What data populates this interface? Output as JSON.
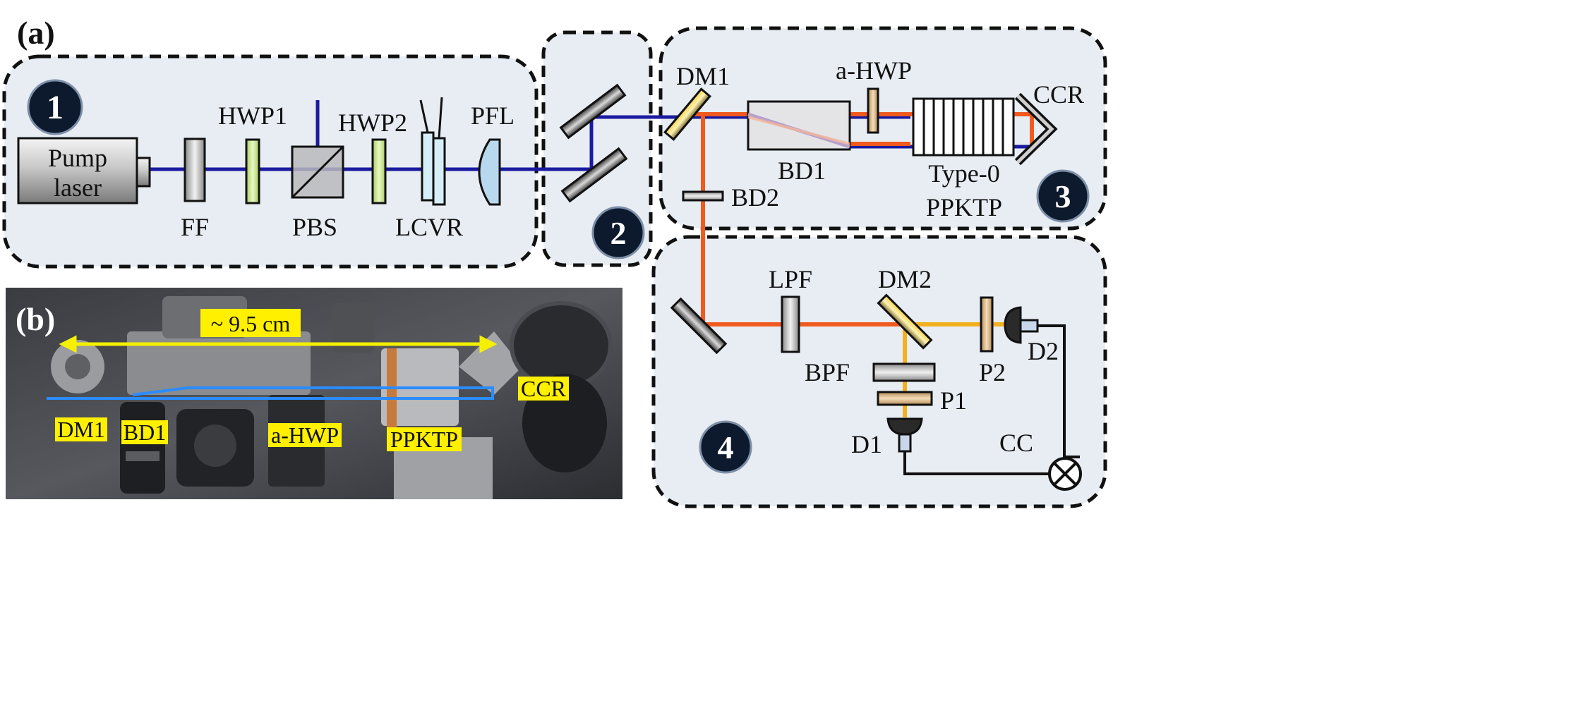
{
  "panels": {
    "a": "(a)",
    "b": "(b)"
  },
  "badges": [
    "1",
    "2",
    "3",
    "4"
  ],
  "components": {
    "pump_laser_line1": "Pump",
    "pump_laser_line2": "laser",
    "ff": "FF",
    "hwp1": "HWP1",
    "pbs": "PBS",
    "hwp2": "HWP2",
    "lcvr": "LCVR",
    "pfl": "PFL",
    "dm1": "DM1",
    "a_hwp": "a-HWP",
    "ccr": "CCR",
    "bd1": "BD1",
    "type0": "Type-0",
    "ppktp": "PPKTP",
    "bd2": "BD2",
    "lpf": "LPF",
    "dm2": "DM2",
    "bpf": "BPF",
    "p1": "P1",
    "p2": "P2",
    "d1": "D1",
    "d2": "D2",
    "cc": "CC"
  },
  "photo": {
    "scale": "~ 9.5 cm",
    "labels": {
      "dm1": "DM1",
      "bd1": "BD1",
      "a_hwp": "a-HWP",
      "ppktp": "PPKTP",
      "ccr": "CCR"
    }
  },
  "colors": {
    "pump_beam": "#1a1aa0",
    "signal_beam": "#f05a1e",
    "yellow_beam": "#f2b01e",
    "panel_fill": "#e8edf3",
    "badge": "#0d1a2d",
    "highlight": "#fff000",
    "photo_ray": "#2a8cff",
    "scale_arrow": "#f5f000"
  }
}
